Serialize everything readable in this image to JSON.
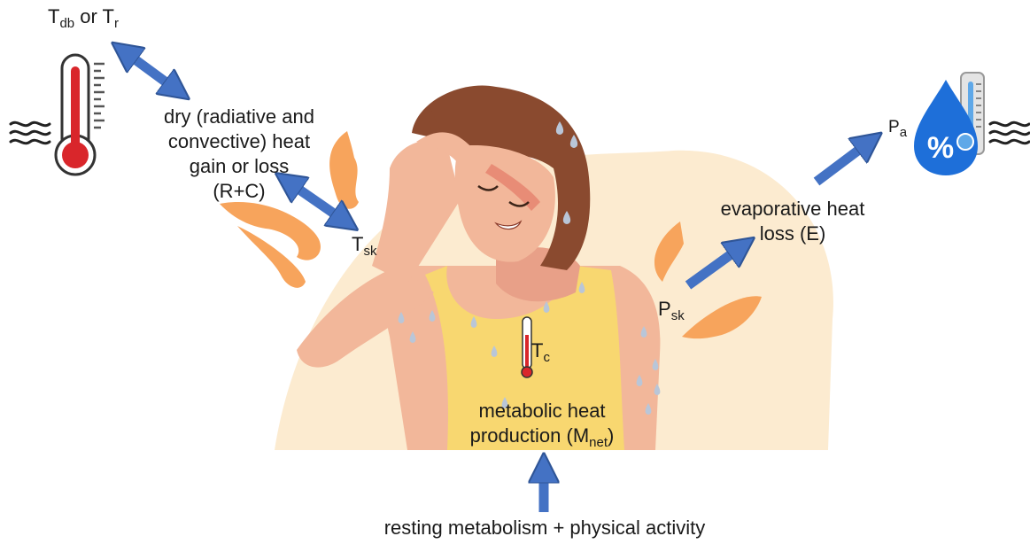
{
  "labels": {
    "tdb_tr": {
      "t1": "T",
      "s1": "db",
      "mid": " or T",
      "s2": "r"
    },
    "dry_heat": [
      "dry (radiative and",
      "convective) heat",
      "gain or loss",
      "(R+C)"
    ],
    "tsk": {
      "t": "T",
      "s": "sk"
    },
    "tc": {
      "t": "T",
      "s": "c"
    },
    "psk": {
      "t": "P",
      "s": "sk"
    },
    "pa": {
      "t": "P",
      "s": "a"
    },
    "evaporative": [
      "evaporative heat",
      "loss (E)"
    ],
    "metabolic": {
      "line1": "metabolic heat",
      "line2": "production (M",
      "sub": "net",
      "close": ")"
    },
    "input": "resting metabolism + physical activity",
    "humidity_symbol": "%"
  },
  "colors": {
    "arrow": "#4472C4",
    "arrow_edge": "#2F5597",
    "backdrop": "#FCEBD0",
    "flame": "#F7A45C",
    "skin": "#F2B79A",
    "hair": "#8A4A2F",
    "tank_top": "#F8D770",
    "sweat": "#B9C6D8",
    "thermo_red": "#D9262B",
    "drop_blue": "#1E6FD9"
  },
  "icons": [
    "wind-lines-icon",
    "thermometer-icon",
    "humidity-drop-icon",
    "small-thermometer-icon",
    "flame-icon",
    "sweat-drop-icon"
  ]
}
